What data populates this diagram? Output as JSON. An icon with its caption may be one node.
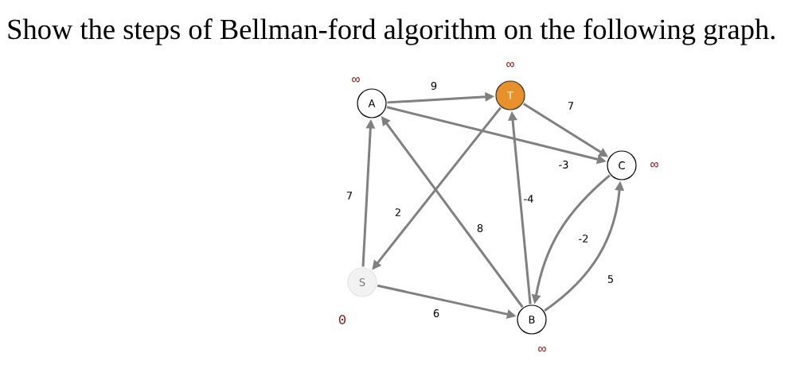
{
  "diagram": {
    "title": "Show the steps of Bellman-ford algorithm on the following graph.",
    "nodes": [
      {
        "text": [
          "A"
        ],
        "beside": [
          "∞"
        ]
      },
      {
        "text": [
          "T"
        ],
        "beside": [
          "∞"
        ]
      },
      {
        "text": [
          "C"
        ],
        "beside": [
          "∞"
        ]
      },
      {
        "text": [
          "S"
        ],
        "beside": [
          "0"
        ]
      },
      {
        "text": [
          "B"
        ],
        "beside": [
          "∞"
        ]
      }
    ],
    "edges": [
      {
        "from": 0,
        "to": 1,
        "arrow": "to",
        "label": "9"
      },
      {
        "from": 1,
        "to": 2,
        "arrow": "to",
        "label": "7"
      },
      {
        "from": 0,
        "to": 2,
        "arrow": "to",
        "label": "-3"
      },
      {
        "from": 1,
        "to": 3,
        "arrow": "to",
        "label": "2"
      },
      {
        "from": 3,
        "to": 0,
        "arrow": "to",
        "label": "7"
      },
      {
        "from": 4,
        "to": 0,
        "arrow": "to",
        "label": "8"
      },
      {
        "from": 4,
        "to": 1,
        "arrow": "to",
        "label": "-4"
      },
      {
        "from": 2,
        "to": 4,
        "arrow": "to",
        "label": "-2"
      },
      {
        "from": 4,
        "to": 2,
        "arrow": "to",
        "label": "5"
      },
      {
        "from": 3,
        "to": 4,
        "arrow": "to",
        "label": "6"
      }
    ]
  }
}
